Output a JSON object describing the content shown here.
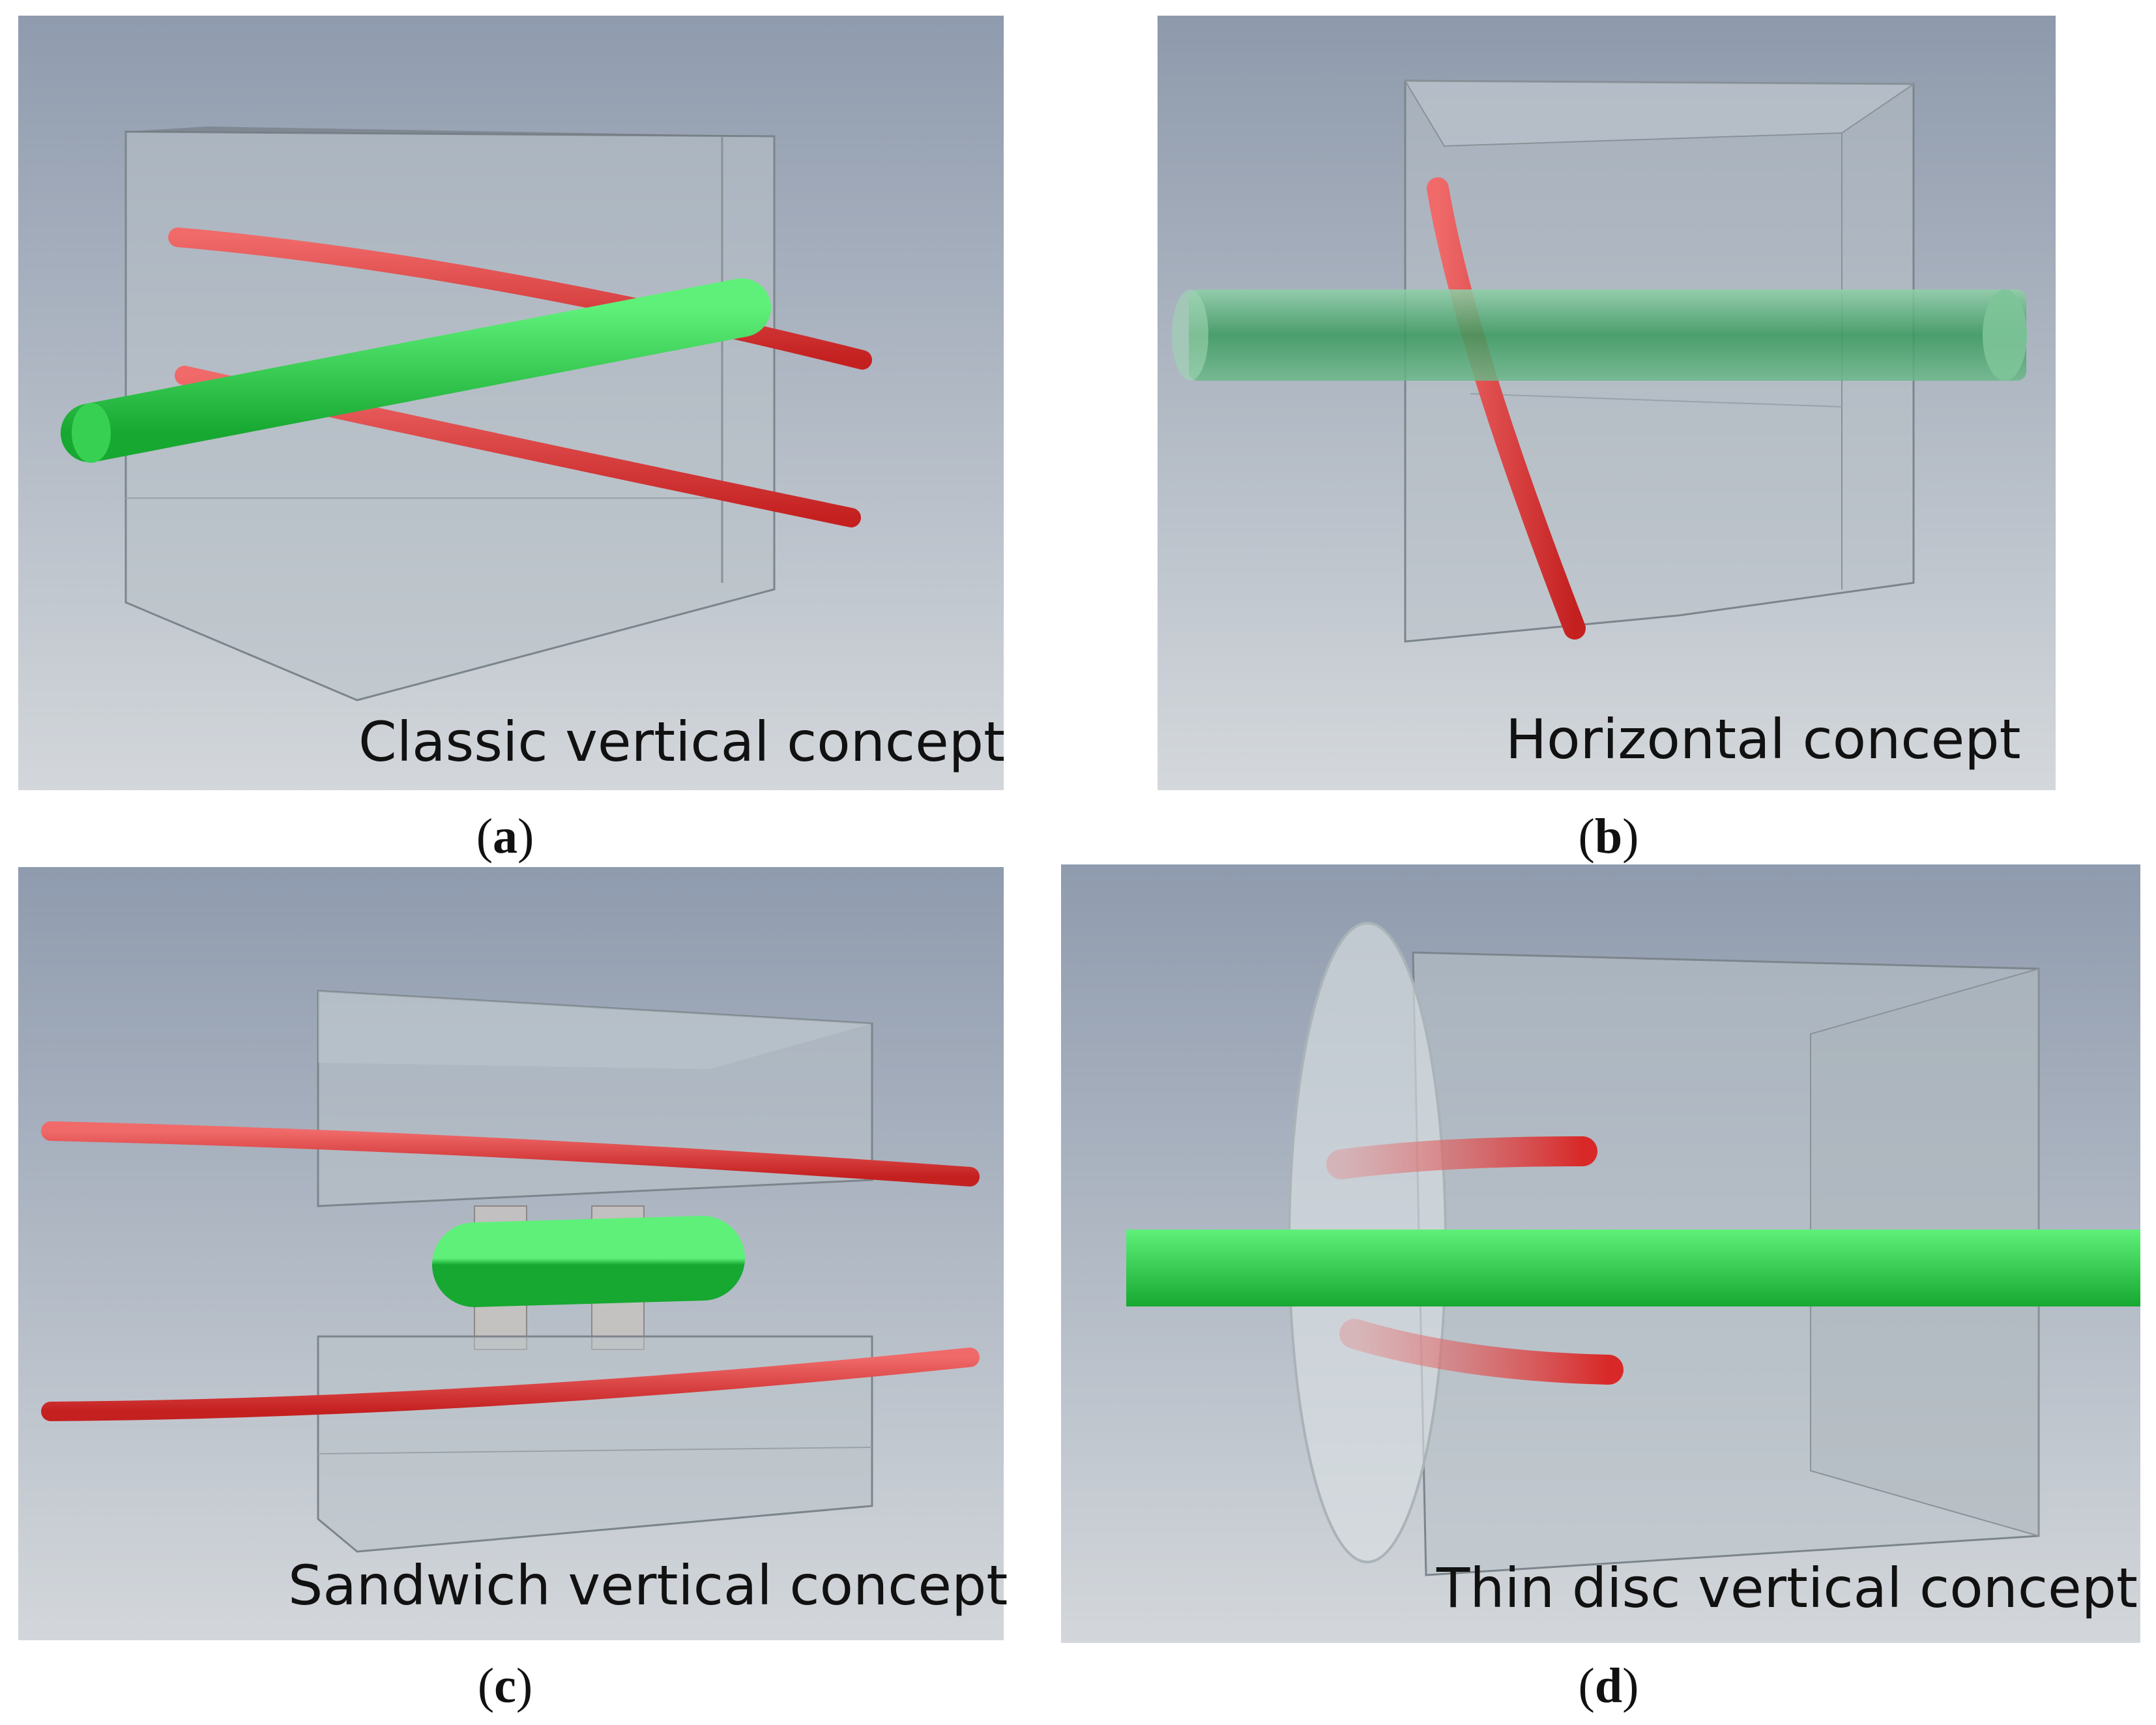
{
  "panels": [
    {
      "id": "a",
      "caption": "Classic vertical concept",
      "label_letter": "a"
    },
    {
      "id": "b",
      "caption": "Horizontal concept",
      "label_letter": "b"
    },
    {
      "id": "c",
      "caption": "Sandwich vertical concept",
      "label_letter": "c"
    },
    {
      "id": "d",
      "caption": "Thin disc vertical concept",
      "label_letter": "d"
    }
  ],
  "colors": {
    "background_top": "#8d99ad",
    "background_bottom": "#d4d8dd",
    "box_fill": "#b7c1c7",
    "box_edge": "#7f888e",
    "red_rod": "#e23a3a",
    "green_rod": "#2fd24a"
  }
}
